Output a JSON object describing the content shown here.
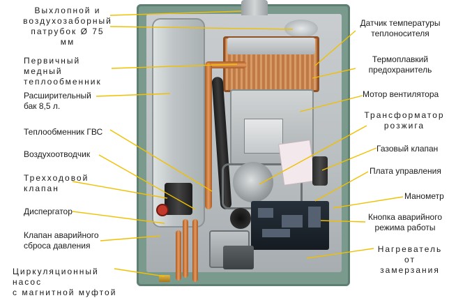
{
  "labels": {
    "flue": "Выхлопной и\nвоздухозаборный\nпатрубок Ø 75 мм",
    "primary_exchanger": "Первичный медный\nтеплообменник",
    "expansion_tank": "Расширительный\nбак 8,5 л.",
    "dhw_exchanger": "Теплообменник ГВС",
    "air_vent": "Воздухоотводчик",
    "three_way_valve": "Трехходовой\nклапан",
    "dispenser": "Диспергатор",
    "pressure_relief": "Клапан аварийного\nсброса давления",
    "circ_pump": "Циркуляционный насос\nс магнитной муфтой",
    "temp_sensor": "Датчик температуры\nтеплоносителя",
    "fuse": "Термоплавкий\nпредохранитель",
    "fan_motor": "Мотор вентилятора",
    "ignition_transformer": "Трансформатор\nрозжига",
    "gas_valve": "Газовый клапан",
    "control_board": "Плата управления",
    "manometer": "Манометр",
    "emergency_button": "Кнопка аварийного\nрежима работы",
    "frost_heater": "Нагреватель от\nзамерзания"
  },
  "colors": {
    "leader": "#f0c000",
    "boiler_green": "#7a9a8e",
    "copper": "#c07a45"
  }
}
